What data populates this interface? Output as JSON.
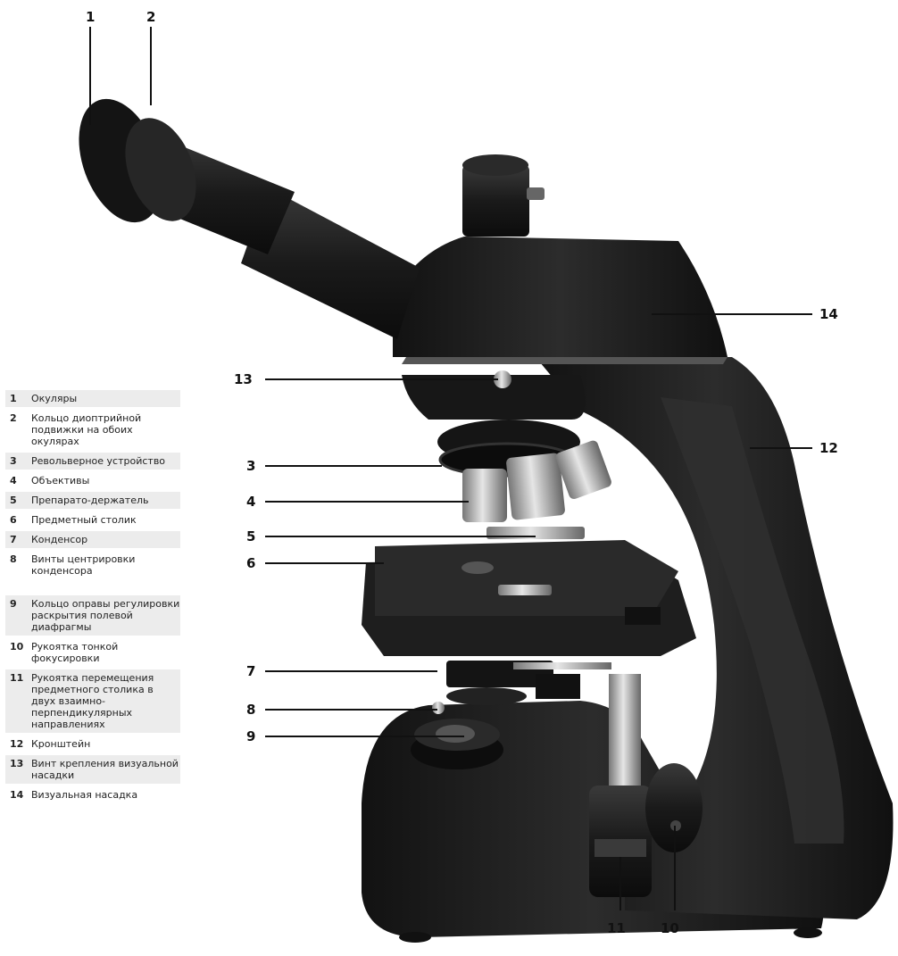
{
  "legend": [
    {
      "num": "1",
      "text": "Окуляры"
    },
    {
      "num": "2",
      "text": "Кольцо диоптрийной подвижки на обоих окулярах"
    },
    {
      "num": "3",
      "text": "Револьверное устройство"
    },
    {
      "num": "4",
      "text": "Объективы"
    },
    {
      "num": "5",
      "text": "Препарато-держатель"
    },
    {
      "num": "6",
      "text": "Предметный столик"
    },
    {
      "num": "7",
      "text": "Конденсор"
    },
    {
      "num": "8",
      "text": "Винты центрировки конденсора"
    },
    {
      "num": "9",
      "text": "Кольцо оправы регулировки раскрытия полевой диафрагмы"
    },
    {
      "num": "10",
      "text": "Рукоятка тонкой фокусировки"
    },
    {
      "num": "11",
      "text": "Рукоятка перемещения предметного столика в двух взаимно-перпендикулярных направлениях"
    },
    {
      "num": "12",
      "text": "Кронштейн"
    },
    {
      "num": "13",
      "text": "Винт крепления визуальной насадки"
    },
    {
      "num": "14",
      "text": "Визуальная насадка"
    }
  ],
  "callouts": {
    "c1": "1",
    "c2": "2",
    "c3": "3",
    "c4": "4",
    "c5": "5",
    "c6": "6",
    "c7": "7",
    "c8": "8",
    "c9": "9",
    "c10": "10",
    "c11": "11",
    "c12": "12",
    "c13": "13",
    "c14": "14"
  },
  "colors": {
    "body": "#1c1c1c",
    "highlight": "#3a3a3a",
    "metal": "#b9b9b9",
    "legend_bg": "#ececec"
  }
}
